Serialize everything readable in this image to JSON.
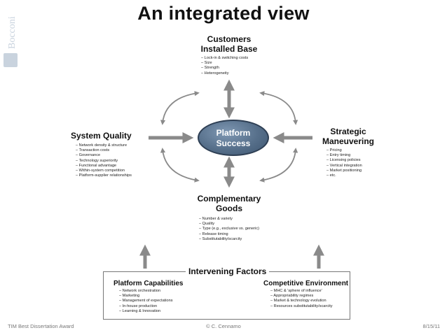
{
  "slide": {
    "title": "An integrated view"
  },
  "logo": {
    "text": "Bocconi",
    "color": "#c9d3de"
  },
  "diagram": {
    "center": {
      "line1": "Platform",
      "line2": "Success",
      "color": "#566f8a"
    },
    "customers": {
      "line1": "Customers",
      "line2": "Installed Base",
      "bullets": [
        "Lock-in & switching costs",
        "Size",
        "Strength",
        "Heterogeneity"
      ]
    },
    "system_quality": {
      "title": "System Quality",
      "bullets": [
        "Network density & structure",
        "Transaction costs",
        "Governance",
        "Technology superiority",
        "Functional advantage",
        "Within-system competition",
        "Platform-supplier relationships"
      ]
    },
    "strategic": {
      "line1": "Strategic",
      "line2": "Maneuvering",
      "bullets": [
        "Pricing",
        "Entry timing",
        "Licensing policies",
        "Vertical integration",
        "Market positioning",
        "etc."
      ]
    },
    "complementary": {
      "line1": "Complementary",
      "line2": "Goods",
      "bullets": [
        "Number & variety",
        "Quality",
        "Type (e.g., exclusive vs. generic)",
        "Release timing",
        "Substitutability/scarcity"
      ]
    },
    "intervening": {
      "title": "Intervening Factors",
      "capabilities": {
        "title": "Platform Capabilities",
        "bullets": [
          "Network orchestration",
          "Marketing",
          "Management of expectations",
          "In-house production",
          "Learning & Innovation"
        ]
      },
      "environment": {
        "title": "Competitive Environment",
        "bullets": [
          "MHC & 'sphere of influence'",
          "Appropriability regimes",
          "Market & technology evolution",
          "Resources substitutability/scarcity"
        ]
      }
    },
    "arrow_color": "#8a8a8a"
  },
  "footer": {
    "left": "TIM Best Dissertation Award",
    "center": "© C. Cennamo",
    "right": "8/15/11"
  }
}
